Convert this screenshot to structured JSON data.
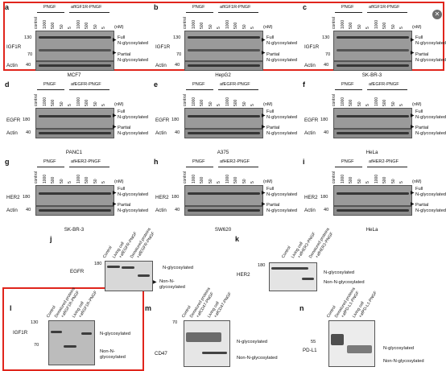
{
  "panels": [
    {
      "letter": "a",
      "group1": "PNGF",
      "group2": "afIGF1R-PNGF",
      "protein": "IGF1R",
      "markers": [
        "130",
        "70"
      ],
      "cell": "MCF7"
    },
    {
      "letter": "b",
      "group1": "PNGF",
      "group2": "afIGF1R-PNGF",
      "protein": "IGF1R",
      "markers": [
        "130",
        "70"
      ],
      "cell": "HepG2"
    },
    {
      "letter": "c",
      "group1": "PNGF",
      "group2": "afIGF1R-PNGF",
      "protein": "IGF1R",
      "markers": [
        "130",
        "70"
      ],
      "cell": "SK-BR-3"
    },
    {
      "letter": "d",
      "group1": "PNGF",
      "group2": "afEGFR-PNGF",
      "protein": "EGFR",
      "markers": [
        "180"
      ],
      "cell": "PANC1"
    },
    {
      "letter": "e",
      "group1": "PNGF",
      "group2": "afEGFR-PNGF",
      "protein": "EGFR",
      "markers": [
        "180"
      ],
      "cell": "A375"
    },
    {
      "letter": "f",
      "group1": "PNGF",
      "group2": "afEGFR-PNGF",
      "protein": "EGFR",
      "markers": [
        "180"
      ],
      "cell": "HeLa"
    },
    {
      "letter": "g",
      "group1": "PNGF",
      "group2": "afHER2-PNGF",
      "protein": "HER2",
      "markers": [
        "180"
      ],
      "cell": "SK-BR-3"
    },
    {
      "letter": "h",
      "group1": "PNGF",
      "group2": "afHER2-PNGF",
      "protein": "HER2",
      "markers": [
        "180"
      ],
      "cell": "SW620"
    },
    {
      "letter": "i",
      "group1": "PNGF",
      "group2": "afHER2-PNGF",
      "protein": "HER2",
      "markers": [
        "180"
      ],
      "cell": "HeLa"
    }
  ],
  "lanes": [
    "control",
    "1000",
    "500",
    "50",
    "5",
    "1000",
    "500",
    "50",
    "5"
  ],
  "unit": "(nM)",
  "full": "Full",
  "partial": "Partial",
  "nglyco": "N-glycosylated",
  "actin": "Actin",
  "actin_marker": "40",
  "bottom": {
    "j": {
      "letter": "j",
      "protein": "EGFR",
      "marker": "180",
      "lanes": [
        "Control",
        "Living cell",
        "+afEGFR-PNGF",
        "Denatured proteins",
        "+afEGFR-PNGF"
      ],
      "upper": "N-glycosylated",
      "lower": "Non-N-glycosylated"
    },
    "k": {
      "letter": "k",
      "protein": "HER2",
      "marker": "180",
      "lanes": [
        "Control",
        "Living cell",
        "+afHER2-PNGF",
        "Denatured proteins",
        "+afHER2-PNGF"
      ],
      "upper": "N-glycosylated",
      "lower": "Non-N-glycosylated"
    },
    "l": {
      "letter": "l",
      "protein": "IGF1R",
      "markers": [
        "130",
        "70"
      ],
      "lanes": [
        "Control",
        "Denatured proteins",
        "+afIGF1R-PNGF",
        "Living cell",
        "+afIGF1R-PNGF"
      ],
      "upper": "N-glycosylated",
      "lower": "Non-N-glycosylated"
    },
    "m": {
      "letter": "m",
      "protein": "CD47",
      "marker": "70",
      "lanes": [
        "Control",
        "Denatured proteins",
        "+afCD47-PNGF",
        "Living cell",
        "+afCD47-PNGF"
      ],
      "upper": "N-glycosylated",
      "lower": "Non-N-glycosylated"
    },
    "n": {
      "letter": "n",
      "protein": "PD-L1",
      "marker": "55",
      "lanes": [
        "Control",
        "Denatured proteins",
        "+afPD-L1-PNGF",
        "Living cell",
        "+afPD-L1-PNGF"
      ],
      "upper": "N-glycosylated",
      "lower": "Non-N-glycosylated"
    }
  },
  "colors": {
    "highlight": "#e0251c"
  },
  "icons": [
    "close-icon"
  ]
}
